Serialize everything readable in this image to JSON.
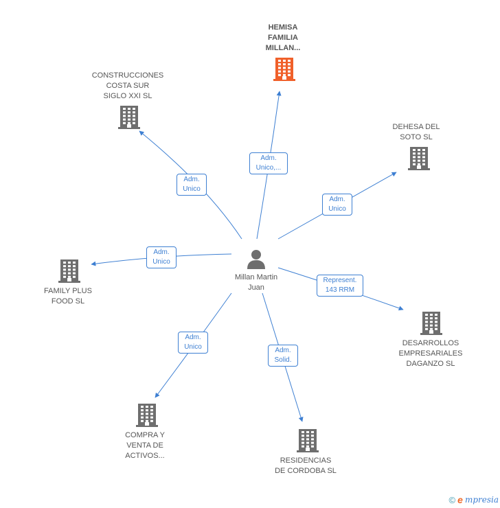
{
  "center": {
    "name": "Millan Martin\nJuan",
    "icon": "person-icon"
  },
  "companies": [
    {
      "id": "hemisa",
      "label": "HEMISA\nFAMILIA\nMILLAN...",
      "highlight": true,
      "color": "#f0602a"
    },
    {
      "id": "construcciones",
      "label": "CONSTRUCCIONES\nCOSTA SUR\nSIGLO XXI SL",
      "highlight": false,
      "color": "#6e6e6e"
    },
    {
      "id": "dehesa",
      "label": "DEHESA DEL\nSOTO SL",
      "highlight": false,
      "color": "#6e6e6e"
    },
    {
      "id": "family",
      "label": "FAMILY PLUS\nFOOD  SL",
      "highlight": false,
      "color": "#6e6e6e"
    },
    {
      "id": "desarrollos",
      "label": "DESARROLLOS\nEMPRESARIALES\nDAGANZO SL",
      "highlight": false,
      "color": "#6e6e6e"
    },
    {
      "id": "compra",
      "label": "COMPRA Y\nVENTA DE\nACTIVOS...",
      "highlight": false,
      "color": "#6e6e6e"
    },
    {
      "id": "residencias",
      "label": "RESIDENCIAS\nDE CORDOBA SL",
      "highlight": false,
      "color": "#6e6e6e"
    }
  ],
  "relations": [
    {
      "to": "hemisa",
      "label": "Adm.\nUnico,..."
    },
    {
      "to": "construcciones",
      "label": "Adm.\nUnico"
    },
    {
      "to": "dehesa",
      "label": "Adm.\nUnico"
    },
    {
      "to": "family",
      "label": "Adm.\nUnico"
    },
    {
      "to": "desarrollos",
      "label": "Represent.\n143 RRM"
    },
    {
      "to": "compra",
      "label": "Adm.\nUnico"
    },
    {
      "to": "residencias",
      "label": "Adm.\nSolid."
    }
  ],
  "colors": {
    "edge": "#3d7fd2",
    "building": "#6e6e6e",
    "highlight": "#f0602a",
    "person": "#6e6e6e"
  },
  "footer": {
    "copyright_symbol": "©",
    "brand_first": "e",
    "brand_rest": "mpresia"
  }
}
